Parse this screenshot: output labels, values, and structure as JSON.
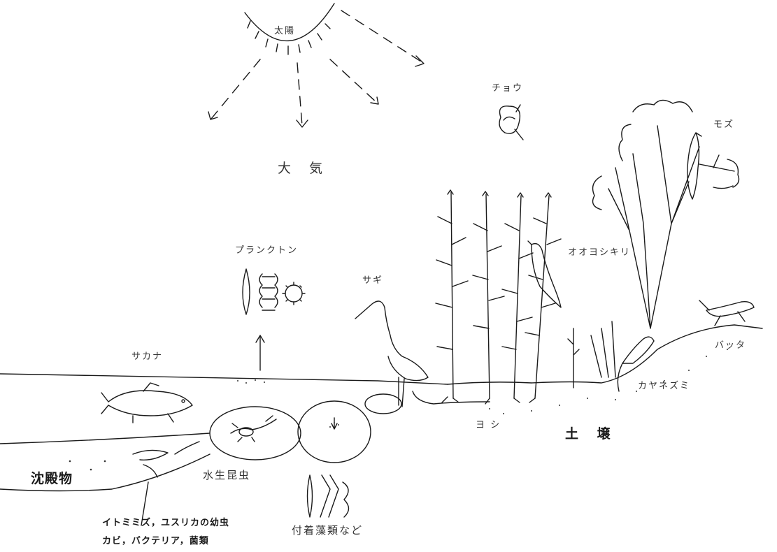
{
  "labels": {
    "sun": "太陽",
    "atmosphere": "大 気",
    "butterfly": "チョウ",
    "shrike": "モズ",
    "plankton": "プランクトン",
    "warbler": "オオヨシキリ",
    "heron": "サギ",
    "fish": "サカナ",
    "grasshopper": "バッタ",
    "harvest_mouse": "カヤネズミ",
    "reed": "ヨ シ",
    "soil": "土 壌",
    "sediment": "沈殿物",
    "aquatic_insects": "水生昆虫",
    "worms_line1": "イトミミズ，ユスリカの幼虫",
    "worms_line2": "カビ，バクテリア，菌類",
    "attached_algae": "付着藻類など"
  }
}
